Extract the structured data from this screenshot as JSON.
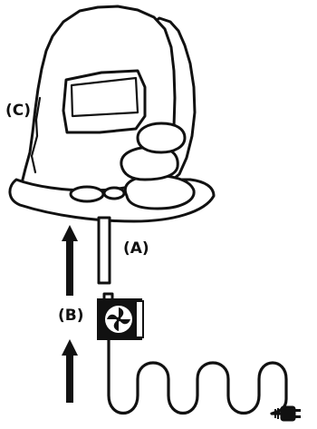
{
  "labels": {
    "c": "(C)",
    "a": "(A)",
    "b": "(B)"
  },
  "parts": {
    "rock": "rock-formation",
    "tray": "base-tray",
    "pipe": "water-pipe",
    "pump": "water-pump",
    "cord": "power-cord",
    "plug": "electrical-plug"
  },
  "colors": {
    "ink": "#111111",
    "fill": "#ffffff"
  }
}
